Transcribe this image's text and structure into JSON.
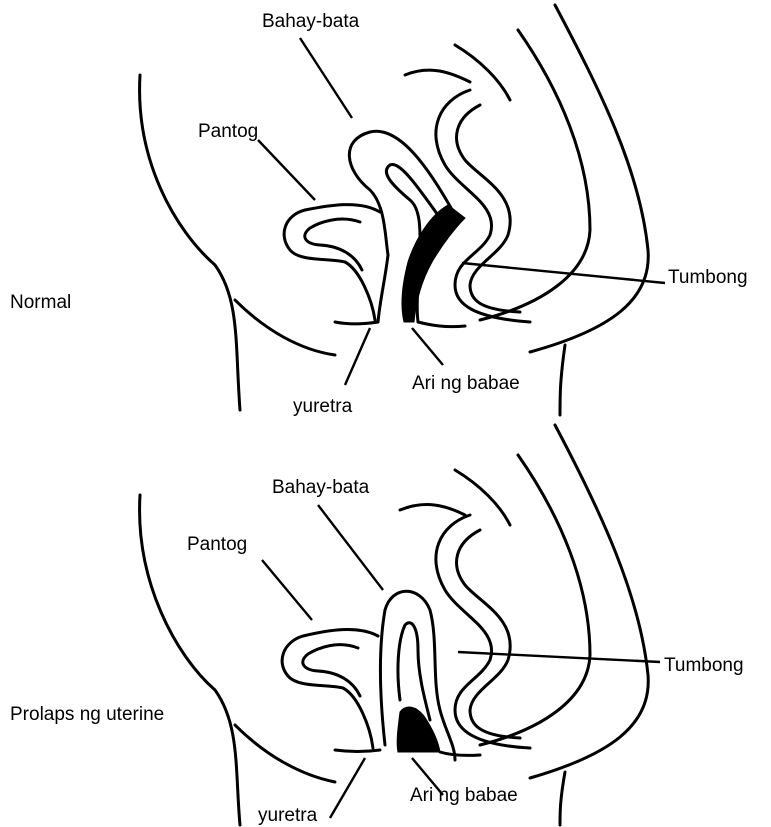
{
  "panels": [
    {
      "condition": "Normal",
      "labels": {
        "uterus": "Bahay-bata",
        "bladder": "Pantog",
        "rectum": "Tumbong",
        "urethra": "yuretra",
        "vagina": "Ari ng babae"
      }
    },
    {
      "condition": "Prolaps ng uterine",
      "labels": {
        "uterus": "Bahay-bata",
        "bladder": "Pantog",
        "rectum": "Tumbong",
        "urethra": "yuretra",
        "vagina": "Ari ng babae"
      }
    }
  ],
  "colors": {
    "ink": "#000000",
    "background": "#ffffff"
  }
}
